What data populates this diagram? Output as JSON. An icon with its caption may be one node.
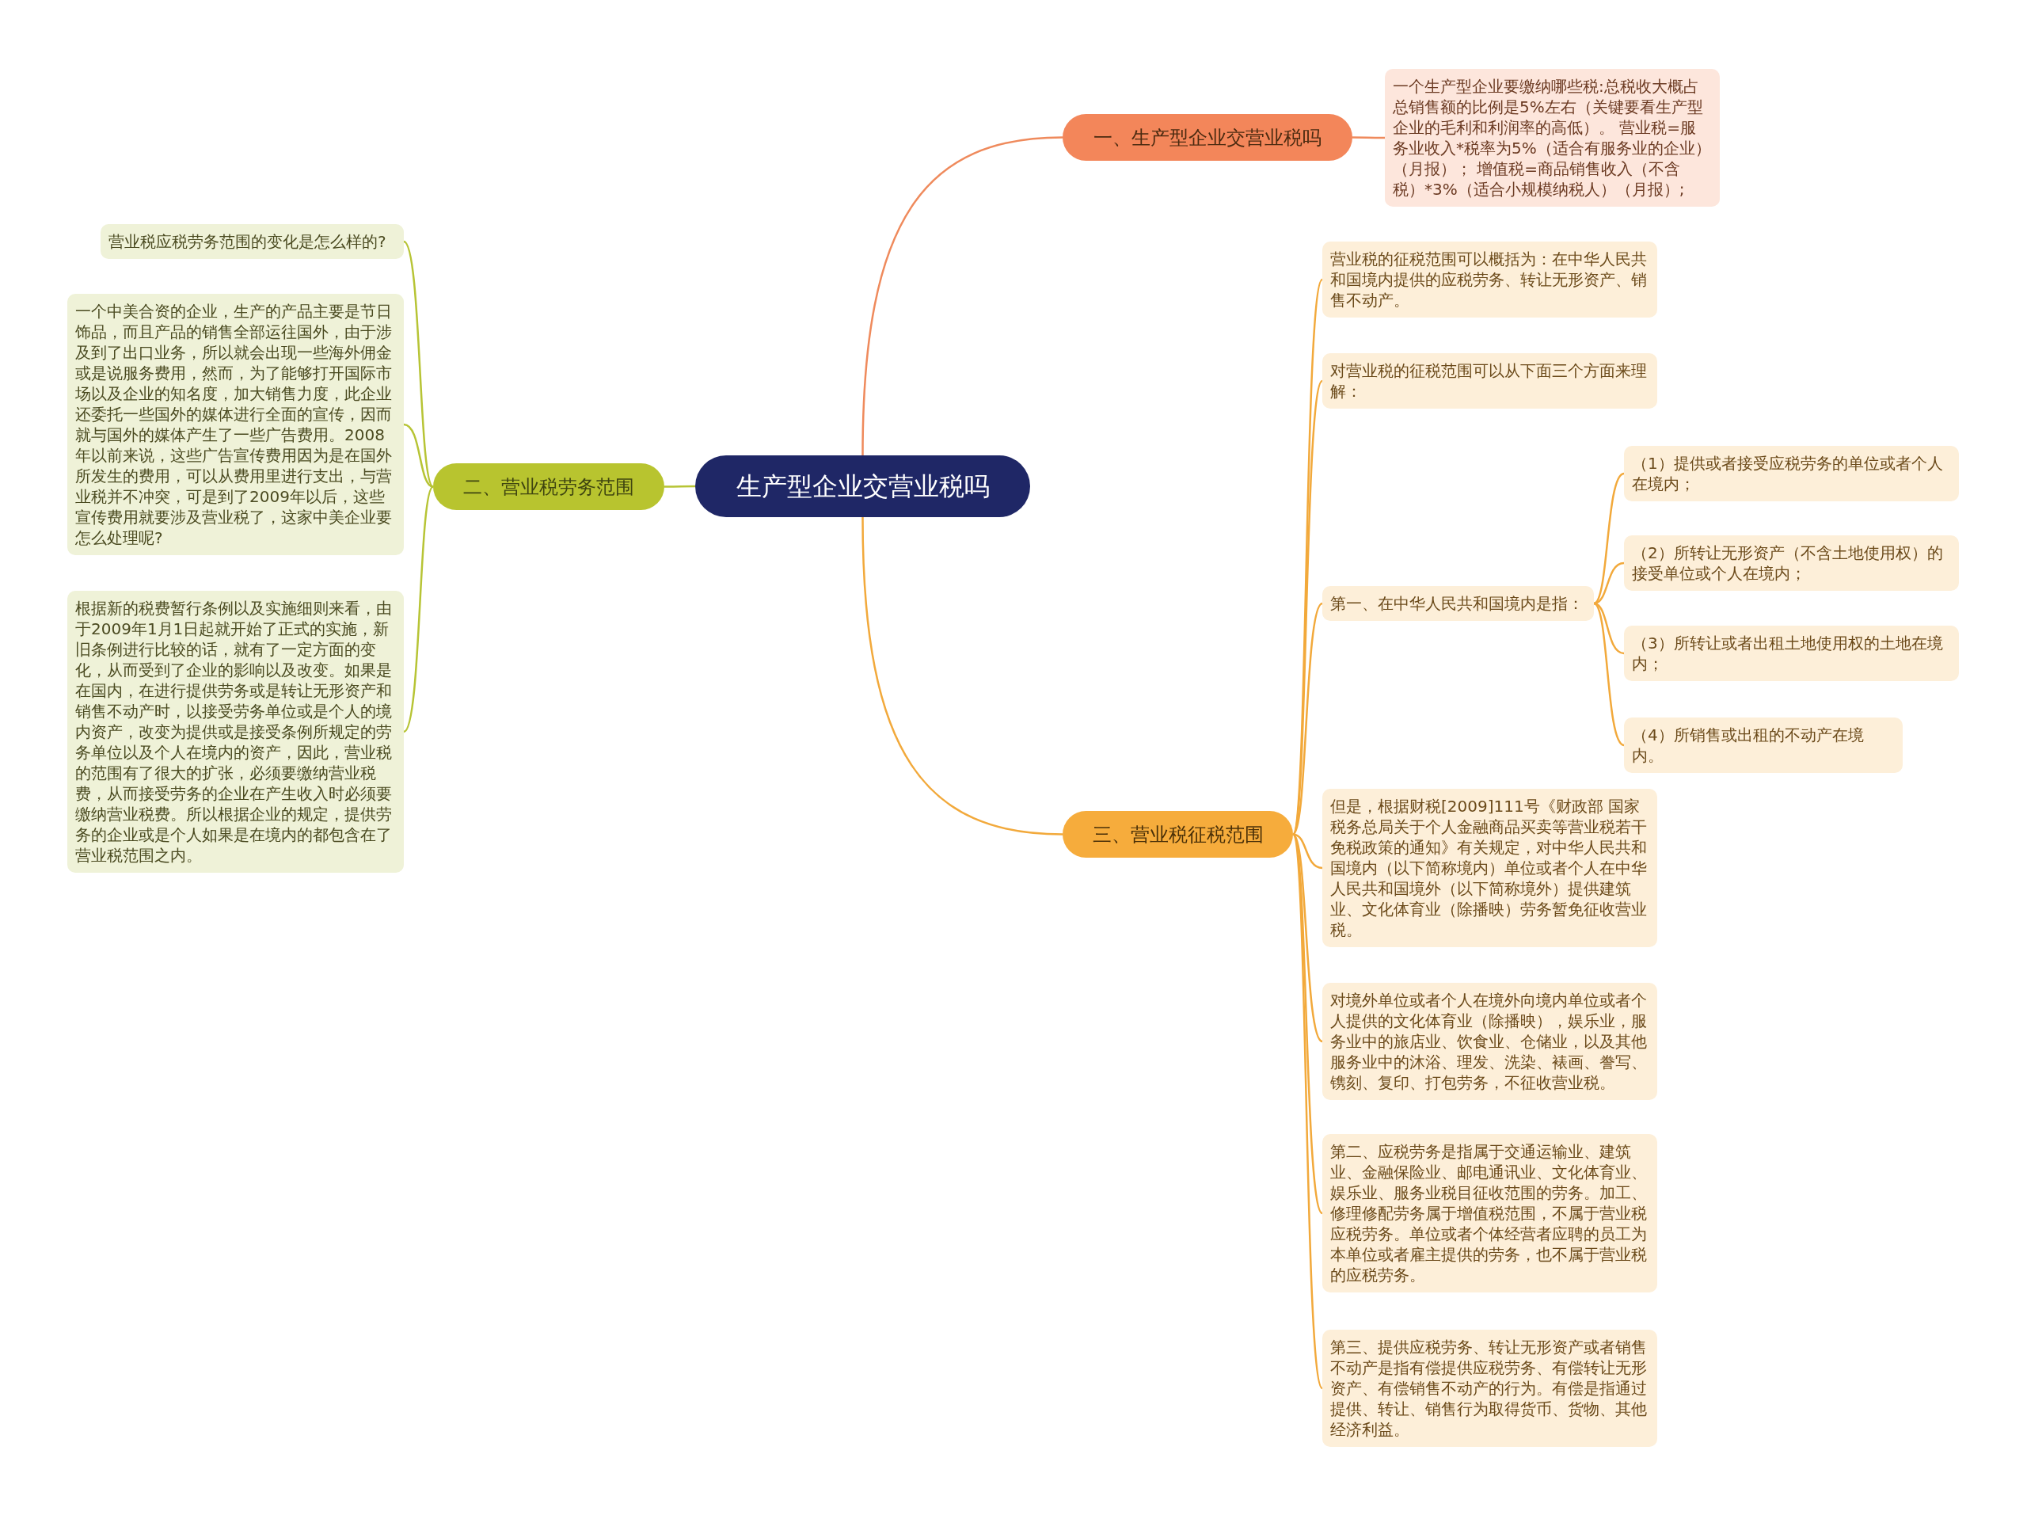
{
  "diagram": {
    "nodes": [
      {
        "text": [
          "生产型企业交营业税吗"
        ]
      },
      {
        "text": [
          "一、生产型企业交营业税吗"
        ]
      },
      {
        "text": [
          "一个生产型企业要缴纳哪些税:总税收大概占总销售额的比例是5%左右（关键要看生产型企业的毛利和利润率的高低）。 营业税=服务业收入*税率为5%（适合有服务业的企业）（月报）； 增值税=商品销售收入（不含税）*3%（适合小规模纳税人）（月报）;"
        ]
      },
      {
        "text": [
          "二、营业税劳务范围"
        ]
      },
      {
        "text": [
          "营业税应税劳务范围的变化是怎么样的?"
        ]
      },
      {
        "text": [
          "一个中美合资的企业，生产的产品主要是节日饰品，而且产品的销售全部运往国外，由于涉及到了出口业务，所以就会出现一些海外佣金或是说服务费用，然而，为了能够打开国际市场以及企业的知名度，加大销售力度，此企业还委托一些国外的媒体进行全面的宣传，因而就与国外的媒体产生了一些广告费用。2008年以前来说，这些广告宣传费用因为是在国外所发生的费用，可以从费用里进行支出，与营业税并不冲突，可是到了2009年以后，这些宣传费用就要涉及营业税了，这家中美企业要怎么处理呢?"
        ]
      },
      {
        "text": [
          "根据新的税费暂行条例以及实施细则来看，由于2009年1月1日起就开始了正式的实施，新旧条例进行比较的话，就有了一定方面的变化，从而受到了企业的影响以及改变。如果是在国内，在进行提供劳务或是转让无形资产和销售不动产时，以接受劳务单位或是个人的境内资产，改变为提供或是接受条例所规定的劳务单位以及个人在境内的资产，因此，营业税的范围有了很大的扩张，必须要缴纳营业税费，从而接受劳务的企业在产生收入时必须要缴纳营业税费。所以根据企业的规定，提供劳务的企业或是个人如果是在境内的都包含在了营业税范围之内。"
        ]
      },
      {
        "text": [
          "三、营业税征税范围"
        ]
      },
      {
        "text": [
          "营业税的征税范围可以概括为：在中华人民共和国境内提供的应税劳务、转让无形资产、销售不动产。"
        ]
      },
      {
        "text": [
          "对营业税的征税范围可以从下面三个方面来理解："
        ]
      },
      {
        "text": [
          "第一、在中华人民共和国境内是指："
        ]
      },
      {
        "text": [
          "（1）提供或者接受应税劳务的单位或者个人在境内；"
        ]
      },
      {
        "text": [
          "（2）所转让无形资产（不含土地使用权）的接受单位或个人在境内；"
        ]
      },
      {
        "text": [
          "（3）所转让或者出租土地使用权的土地在境内；"
        ]
      },
      {
        "text": [
          "（4）所销售或出租的不动产在境内。"
        ]
      },
      {
        "text": [
          "但是，根据财税[2009]111号《财政部 国家税务总局关于个人金融商品买卖等营业税若干免税政策的通知》有关规定，对中华人民共和国境内（以下简称境内）单位或者个人在中华人民共和国境外（以下简称境外）提供建筑业、文化体育业（除播映）劳务暂免征收营业税。"
        ]
      },
      {
        "text": [
          "对境外单位或者个人在境外向境内单位或者个人提供的文化体育业（除播映），娱乐业，服务业中的旅店业、饮食业、仓储业，以及其他服务业中的沐浴、理发、洗染、裱画、誊写、镌刻、复印、打包劳务，不征收营业税。"
        ]
      },
      {
        "text": [
          "第二、应税劳务是指属于交通运输业、建筑业、金融保险业、邮电通讯业、文化体育业、娱乐业、服务业税目征收范围的劳务。加工、修理修配劳务属于增值税范围，不属于营业税应税劳务。单位或者个体经营者应聘的员工为本单位或者雇主提供的劳务，也不属于营业税的应税劳务。"
        ]
      },
      {
        "text": [
          "第三、提供应税劳务、转让无形资产或者销售不动产是指有偿提供应税劳务、有偿转让无形资产、有偿销售不动产的行为。有偿是指通过提供、转让、销售行为取得货币、货物、其他经济利益。"
        ]
      }
    ],
    "edges": [
      {
        "from": 0,
        "to": 1,
        "arrow": "none",
        "color": "#ef8a5c"
      },
      {
        "from": 1,
        "to": 2,
        "arrow": "none",
        "color": "#ef8a5c"
      },
      {
        "from": 0,
        "to": 3,
        "arrow": "none",
        "color": "#b7c435"
      },
      {
        "from": 3,
        "to": 4,
        "arrow": "none",
        "color": "#b7c435"
      },
      {
        "from": 3,
        "to": 5,
        "arrow": "none",
        "color": "#b7c435"
      },
      {
        "from": 3,
        "to": 6,
        "arrow": "none",
        "color": "#b7c435"
      },
      {
        "from": 0,
        "to": 7,
        "arrow": "none",
        "color": "#f2a93b"
      },
      {
        "from": 7,
        "to": 8,
        "arrow": "none",
        "color": "#f2a93b"
      },
      {
        "from": 7,
        "to": 9,
        "arrow": "none",
        "color": "#f2a93b"
      },
      {
        "from": 7,
        "to": 10,
        "arrow": "none",
        "color": "#f2a93b"
      },
      {
        "from": 10,
        "to": 11,
        "arrow": "none",
        "color": "#f2a93b"
      },
      {
        "from": 10,
        "to": 12,
        "arrow": "none",
        "color": "#f2a93b"
      },
      {
        "from": 10,
        "to": 13,
        "arrow": "none",
        "color": "#f2a93b"
      },
      {
        "from": 10,
        "to": 14,
        "arrow": "none",
        "color": "#f2a93b"
      },
      {
        "from": 7,
        "to": 15,
        "arrow": "none",
        "color": "#f2a93b"
      },
      {
        "from": 7,
        "to": 16,
        "arrow": "none",
        "color": "#f2a93b"
      },
      {
        "from": 7,
        "to": 17,
        "arrow": "none",
        "color": "#f2a93b"
      },
      {
        "from": 7,
        "to": 18,
        "arrow": "none",
        "color": "#f2a93b"
      }
    ]
  }
}
